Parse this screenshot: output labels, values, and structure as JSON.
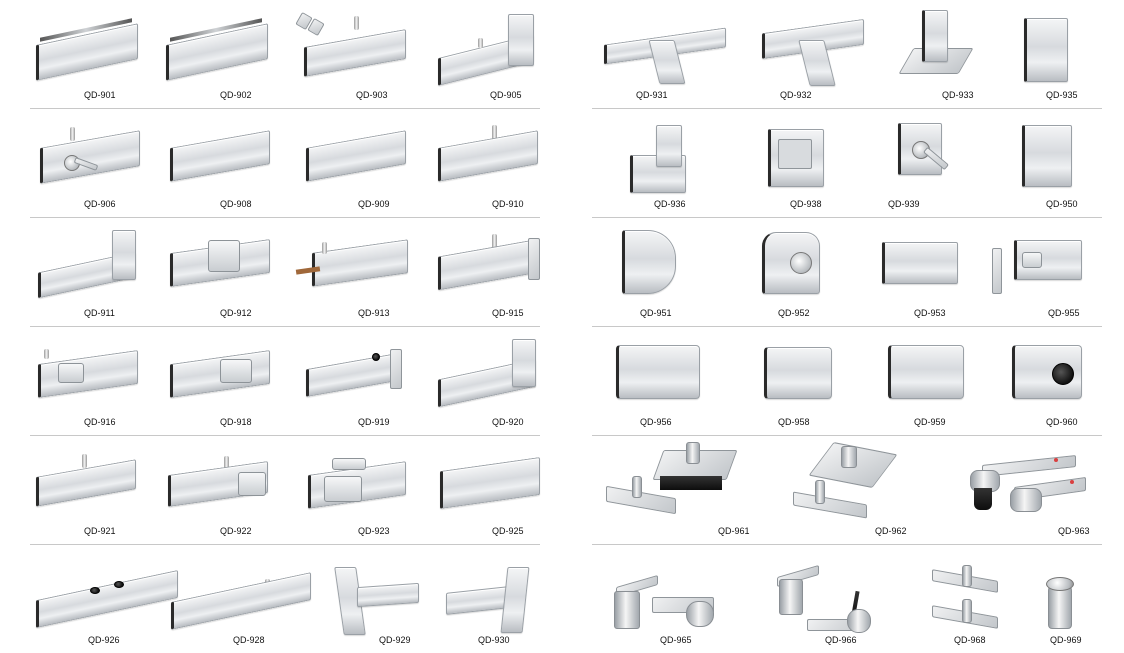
{
  "catalog": {
    "left_column": {
      "rows": [
        {
          "items": [
            {
              "code": "QD-901"
            },
            {
              "code": "QD-902"
            },
            {
              "code": "QD-903"
            },
            {
              "code": "QD-905"
            }
          ]
        },
        {
          "items": [
            {
              "code": "QD-906"
            },
            {
              "code": "QD-908"
            },
            {
              "code": "QD-909"
            },
            {
              "code": "QD-910"
            }
          ]
        },
        {
          "items": [
            {
              "code": "QD-911"
            },
            {
              "code": "QD-912"
            },
            {
              "code": "QD-913"
            },
            {
              "code": "QD-915"
            }
          ]
        },
        {
          "items": [
            {
              "code": "QD-916"
            },
            {
              "code": "QD-918"
            },
            {
              "code": "QD-919"
            },
            {
              "code": "QD-920"
            }
          ]
        },
        {
          "items": [
            {
              "code": "QD-921"
            },
            {
              "code": "QD-922"
            },
            {
              "code": "QD-923"
            },
            {
              "code": "QD-925"
            }
          ]
        },
        {
          "items": [
            {
              "code": "QD-926"
            },
            {
              "code": "QD-928"
            },
            {
              "code": "QD-929"
            },
            {
              "code": "QD-930"
            }
          ]
        }
      ]
    },
    "right_column": {
      "rows": [
        {
          "items": [
            {
              "code": "QD-931"
            },
            {
              "code": "QD-932"
            },
            {
              "code": "QD-933"
            },
            {
              "code": "QD-935"
            }
          ]
        },
        {
          "items": [
            {
              "code": "QD-936"
            },
            {
              "code": "QD-938"
            },
            {
              "code": "QD-939"
            },
            {
              "code": "QD-950"
            }
          ]
        },
        {
          "items": [
            {
              "code": "QD-951"
            },
            {
              "code": "QD-952"
            },
            {
              "code": "QD-953"
            },
            {
              "code": "QD-955"
            }
          ]
        },
        {
          "items": [
            {
              "code": "QD-956"
            },
            {
              "code": "QD-958"
            },
            {
              "code": "QD-959"
            },
            {
              "code": "QD-960"
            }
          ]
        },
        {
          "items": [
            {
              "code": "QD-961"
            },
            {
              "code": "QD-962"
            },
            {
              "code": "QD-963"
            }
          ]
        },
        {
          "items": [
            {
              "code": "QD-965"
            },
            {
              "code": "QD-966"
            },
            {
              "code": "QD-968"
            },
            {
              "code": "QD-969"
            }
          ]
        }
      ]
    },
    "colors": {
      "background": "#ffffff",
      "divider": "#c8c8c8",
      "label_text": "#111111",
      "steel_light": "#f4f5f6",
      "steel_dark": "#9aa0a6",
      "gasket_black": "#1a1a1a",
      "indicator_red": "#d94040"
    }
  }
}
